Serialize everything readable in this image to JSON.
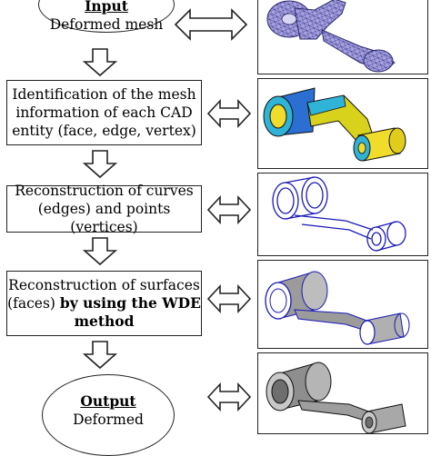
{
  "steps": [
    {
      "title": "Input",
      "lines": [
        "Deformed mesh"
      ]
    },
    {
      "lines": [
        "Identification of the mesh",
        "information of each CAD",
        "entity (face, edge, vertex)"
      ]
    },
    {
      "lines": [
        "Reconstruction of curves",
        "(edges) and points (vertices)"
      ]
    },
    {
      "line1": "Reconstruction of surfaces",
      "line2_plain": "(faces) ",
      "line2_bold": "by using the WDE",
      "line3_bold": "method"
    },
    {
      "title": "Output",
      "lines": [
        "Deformed"
      ]
    }
  ],
  "colors": {
    "mesh": "#a7a3df",
    "mesh_line": "#3c378f",
    "wire": "#1a1ab8",
    "solid_gray": "#9b9b9b",
    "cyl_yellow": "#f0dc2a",
    "cyl_blue": "#2a6fd1",
    "arm_yellow": "#d9d21c"
  }
}
